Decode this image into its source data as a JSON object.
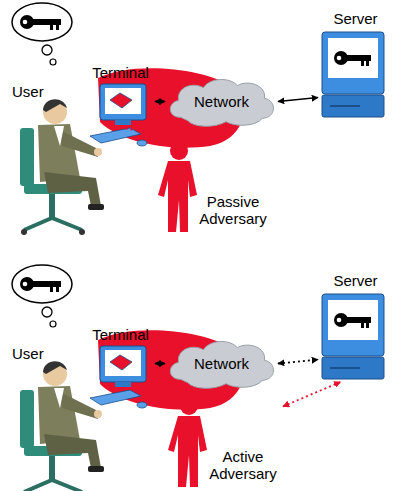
{
  "diagram": {
    "nodes": [
      {
        "text": [
          "User"
        ]
      },
      {
        "text": [
          "Terminal"
        ]
      },
      {
        "text": [
          "Network"
        ]
      },
      {
        "text": [
          "Server"
        ]
      },
      {
        "text": [
          "Passive Adversary"
        ]
      },
      {
        "text": [
          "User"
        ]
      },
      {
        "text": [
          "Terminal"
        ]
      },
      {
        "text": [
          "Network"
        ]
      },
      {
        "text": [
          "Server"
        ]
      },
      {
        "text": [
          "Active Adversary"
        ]
      }
    ],
    "edges": [
      {
        "from": 1,
        "to": 2,
        "arrow": "both"
      },
      {
        "from": 2,
        "to": 3,
        "arrow": "both"
      },
      {
        "from": 1,
        "to": 4,
        "arrow": "to"
      },
      {
        "from": 6,
        "to": 7,
        "arrow": "both"
      },
      {
        "from": 7,
        "to": 8,
        "arrow": "both"
      },
      {
        "from": 9,
        "to": 6,
        "arrow": "both"
      },
      {
        "from": 9,
        "to": 8,
        "arrow": "both"
      }
    ]
  }
}
